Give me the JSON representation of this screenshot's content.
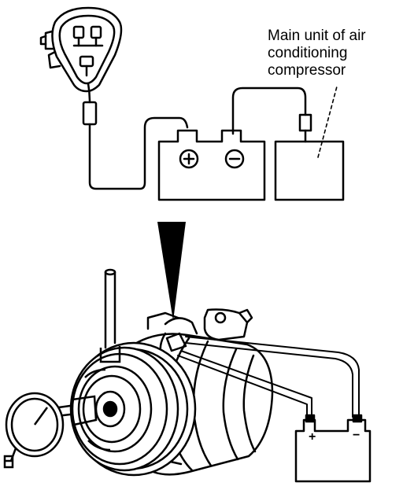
{
  "label": {
    "line1": "Main unit of air",
    "line2": "conditioning",
    "line3": "compressor"
  },
  "upper_battery": {
    "positive_symbol": "+",
    "negative_symbol": "−"
  },
  "lower_battery": {
    "positive_symbol": "+",
    "negative_symbol": "−"
  }
}
